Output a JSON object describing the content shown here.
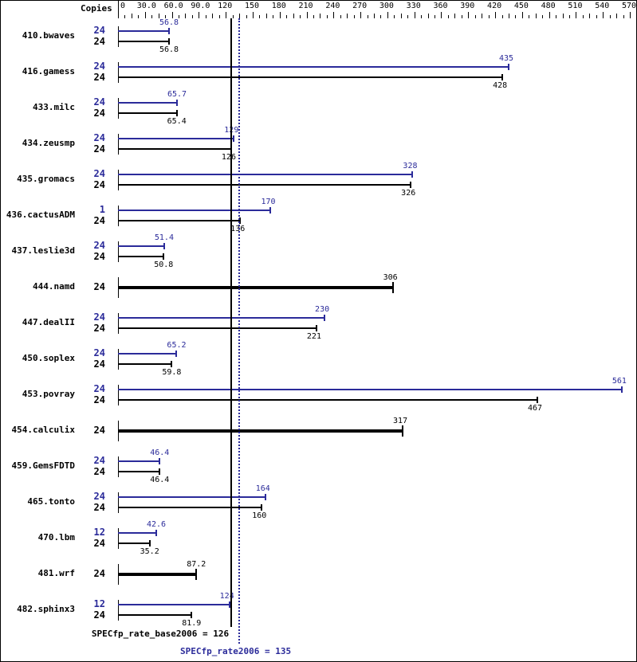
{
  "chart_data": {
    "type": "bar",
    "title": "",
    "xlabel": "",
    "ylabel": "Copies",
    "xlim": [
      0,
      570
    ],
    "x_ticks": [
      "0",
      "30.0",
      "60.0",
      "90.0",
      "120",
      "150",
      "180",
      "210",
      "240",
      "270",
      "300",
      "330",
      "360",
      "390",
      "420",
      "450",
      "480",
      "510",
      "540",
      "570"
    ],
    "series_names": [
      "peak (SPECfp_rate2006)",
      "base (SPECfp_rate_base2006)"
    ],
    "colors": {
      "peak": "#2b2b9a",
      "base": "#000000"
    },
    "benchmarks": [
      {
        "name": "410.bwaves",
        "peak_copies": "24",
        "peak": 56.8,
        "base_copies": "24",
        "base": 56.8
      },
      {
        "name": "416.gamess",
        "peak_copies": "24",
        "peak": 435,
        "base_copies": "24",
        "base": 428
      },
      {
        "name": "433.milc",
        "peak_copies": "24",
        "peak": 65.7,
        "base_copies": "24",
        "base": 65.4
      },
      {
        "name": "434.zeusmp",
        "peak_copies": "24",
        "peak": 129,
        "base_copies": "24",
        "base": 126
      },
      {
        "name": "435.gromacs",
        "peak_copies": "24",
        "peak": 328,
        "base_copies": "24",
        "base": 326
      },
      {
        "name": "436.cactusADM",
        "peak_copies": "1",
        "peak": 170,
        "base_copies": "24",
        "base": 136
      },
      {
        "name": "437.leslie3d",
        "peak_copies": "24",
        "peak": 51.4,
        "base_copies": "24",
        "base": 50.8
      },
      {
        "name": "444.namd",
        "peak_copies": null,
        "peak": null,
        "base_copies": "24",
        "base": 306
      },
      {
        "name": "447.dealII",
        "peak_copies": "24",
        "peak": 230,
        "base_copies": "24",
        "base": 221
      },
      {
        "name": "450.soplex",
        "peak_copies": "24",
        "peak": 65.2,
        "base_copies": "24",
        "base": 59.8
      },
      {
        "name": "453.povray",
        "peak_copies": "24",
        "peak": 561,
        "base_copies": "24",
        "base": 467
      },
      {
        "name": "454.calculix",
        "peak_copies": null,
        "peak": null,
        "base_copies": "24",
        "base": 317
      },
      {
        "name": "459.GemsFDTD",
        "peak_copies": "24",
        "peak": 46.4,
        "base_copies": "24",
        "base": 46.4
      },
      {
        "name": "465.tonto",
        "peak_copies": "24",
        "peak": 164,
        "base_copies": "24",
        "base": 160
      },
      {
        "name": "470.lbm",
        "peak_copies": "12",
        "peak": 42.6,
        "base_copies": "24",
        "base": 35.2
      },
      {
        "name": "481.wrf",
        "peak_copies": null,
        "peak": null,
        "base_copies": "24",
        "base": 87.2
      },
      {
        "name": "482.sphinx3",
        "peak_copies": "12",
        "peak": 124,
        "base_copies": "24",
        "base": 81.9
      }
    ],
    "annotations": {
      "base_summary": "SPECfp_rate_base2006 = 126",
      "base_value": 126,
      "peak_summary": "SPECfp_rate2006 = 135",
      "peak_value": 135
    }
  },
  "header": {
    "copies_label": "Copies"
  }
}
